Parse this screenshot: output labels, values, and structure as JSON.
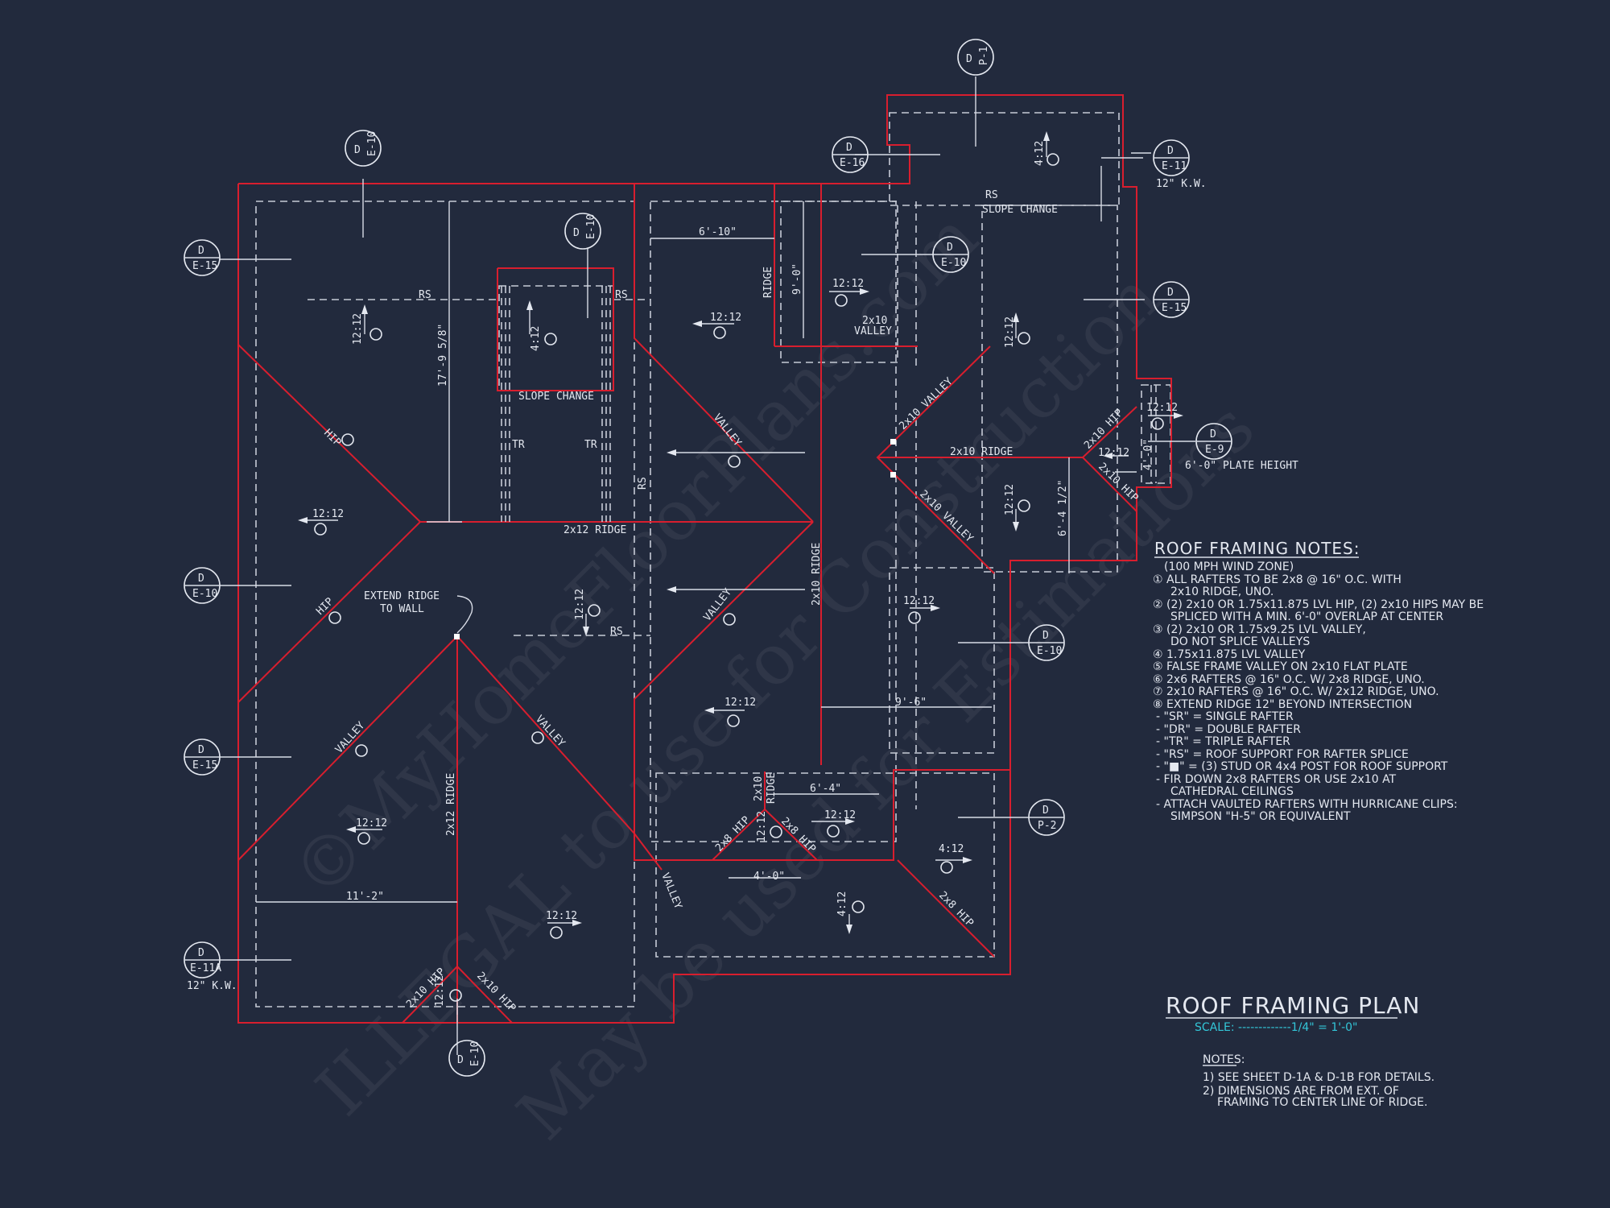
{
  "colors": {
    "background": "#222a3d",
    "framing": "#d81e2e",
    "lines": "#d8dce6",
    "scale": "#33c6d8"
  },
  "watermark": {
    "line1": "©MyHomeFloorPlans.com",
    "line2": "ILLEGAL to use for Construction",
    "line3": "May be used for Estimations"
  },
  "detail_tags": [
    {
      "top": "D",
      "bottom": "E-10"
    },
    {
      "top": "D",
      "bottom": "E-10"
    },
    {
      "top": "D",
      "bottom": "P-1"
    },
    {
      "top": "D",
      "bottom": "E-16"
    },
    {
      "top": "D",
      "bottom": "E-11",
      "note": "12\" K.W."
    },
    {
      "top": "D",
      "bottom": "E-15"
    },
    {
      "top": "D",
      "bottom": "E-10"
    },
    {
      "top": "D",
      "bottom": "E-15"
    },
    {
      "top": "D",
      "bottom": "E-9",
      "note": "6'-0\" PLATE HEIGHT"
    },
    {
      "top": "D",
      "bottom": "E-10"
    },
    {
      "top": "D",
      "bottom": "E-10"
    },
    {
      "top": "D",
      "bottom": "E-15"
    },
    {
      "top": "D",
      "bottom": "P-2"
    },
    {
      "top": "D",
      "bottom": "E-11A",
      "note": "12\" K.W."
    },
    {
      "top": "D",
      "bottom": "E-10"
    }
  ],
  "labels": {
    "rs": "RS",
    "slope_change": "SLOPE CHANGE",
    "tr": "TR",
    "ridge": "RIDGE",
    "hip": "HIP",
    "valley": "VALLEY",
    "ridge_2x12": "2x12 RIDGE",
    "ridge_2x10": "2x10 RIDGE",
    "valley_2x10": "2x10 VALLEY",
    "hip_2x10": "2x10 HIP",
    "hip_2x8": "2x8 HIP",
    "ridge_2x10_short": "2x10",
    "extend_ridge_1": "EXTEND RIDGE",
    "extend_ridge_2": "TO WALL",
    "dim_6_10": "6'-10\"",
    "dim_9_0": "9'-0\"",
    "dim_17_9": "17'-9 5/8\"",
    "dim_6_4_half": "6'-4 1/2\"",
    "dim_4_0": "4'-0\"",
    "dim_9_6": "9'-6\"",
    "dim_6_4": "6'-4\"",
    "dim_11_2": "11'-2\"",
    "slope_12": "12:12",
    "slope_4": "4:12"
  },
  "roof_notes": {
    "title": "ROOF FRAMING NOTES:",
    "lines": [
      "(100 MPH WIND ZONE)",
      "① ALL RAFTERS TO BE 2x8 @ 16\" O.C. WITH",
      "2x10 RIDGE, UNO.",
      "② (2) 2x10 OR 1.75x11.875 LVL HIP, (2) 2x10 HIPS MAY BE",
      "SPLICED WITH A MIN. 6'-0\" OVERLAP AT CENTER",
      "③ (2) 2x10 OR 1.75x9.25 LVL VALLEY,",
      "DO NOT SPLICE VALLEYS",
      "④ 1.75x11.875 LVL VALLEY",
      "⑤ FALSE FRAME VALLEY ON 2x10 FLAT PLATE",
      "⑥ 2x6 RAFTERS @ 16\" O.C. W/ 2x8 RIDGE, UNO.",
      "⑦ 2x10 RAFTERS @ 16\" O.C. W/ 2x12 RIDGE, UNO.",
      "⑧ EXTEND RIDGE 12\" BEYOND INTERSECTION",
      "- \"SR\" = SINGLE RAFTER",
      "- \"DR\" = DOUBLE RAFTER",
      "- \"TR\" = TRIPLE RAFTER",
      "- \"RS\" = ROOF SUPPORT FOR RAFTER SPLICE",
      "- \"■\" = (3) STUD OR 4x4 POST FOR ROOF SUPPORT",
      "- FIR DOWN 2x8 RAFTERS OR USE 2x10 AT",
      "CATHEDRAL CEILINGS",
      "- ATTACH VAULTED RAFTERS WITH HURRICANE CLIPS:",
      "SIMPSON \"H-5\" OR EQUIVALENT"
    ]
  },
  "plan_title": "ROOF FRAMING PLAN",
  "scale": "SCALE: -------------1/4\" = 1'-0\"",
  "footnotes": {
    "title": "NOTES:",
    "lines": [
      "1) SEE SHEET D-1A & D-1B FOR DETAILS.",
      "2) DIMENSIONS ARE FROM EXT. OF",
      "FRAMING TO CENTER LINE OF RIDGE."
    ]
  }
}
